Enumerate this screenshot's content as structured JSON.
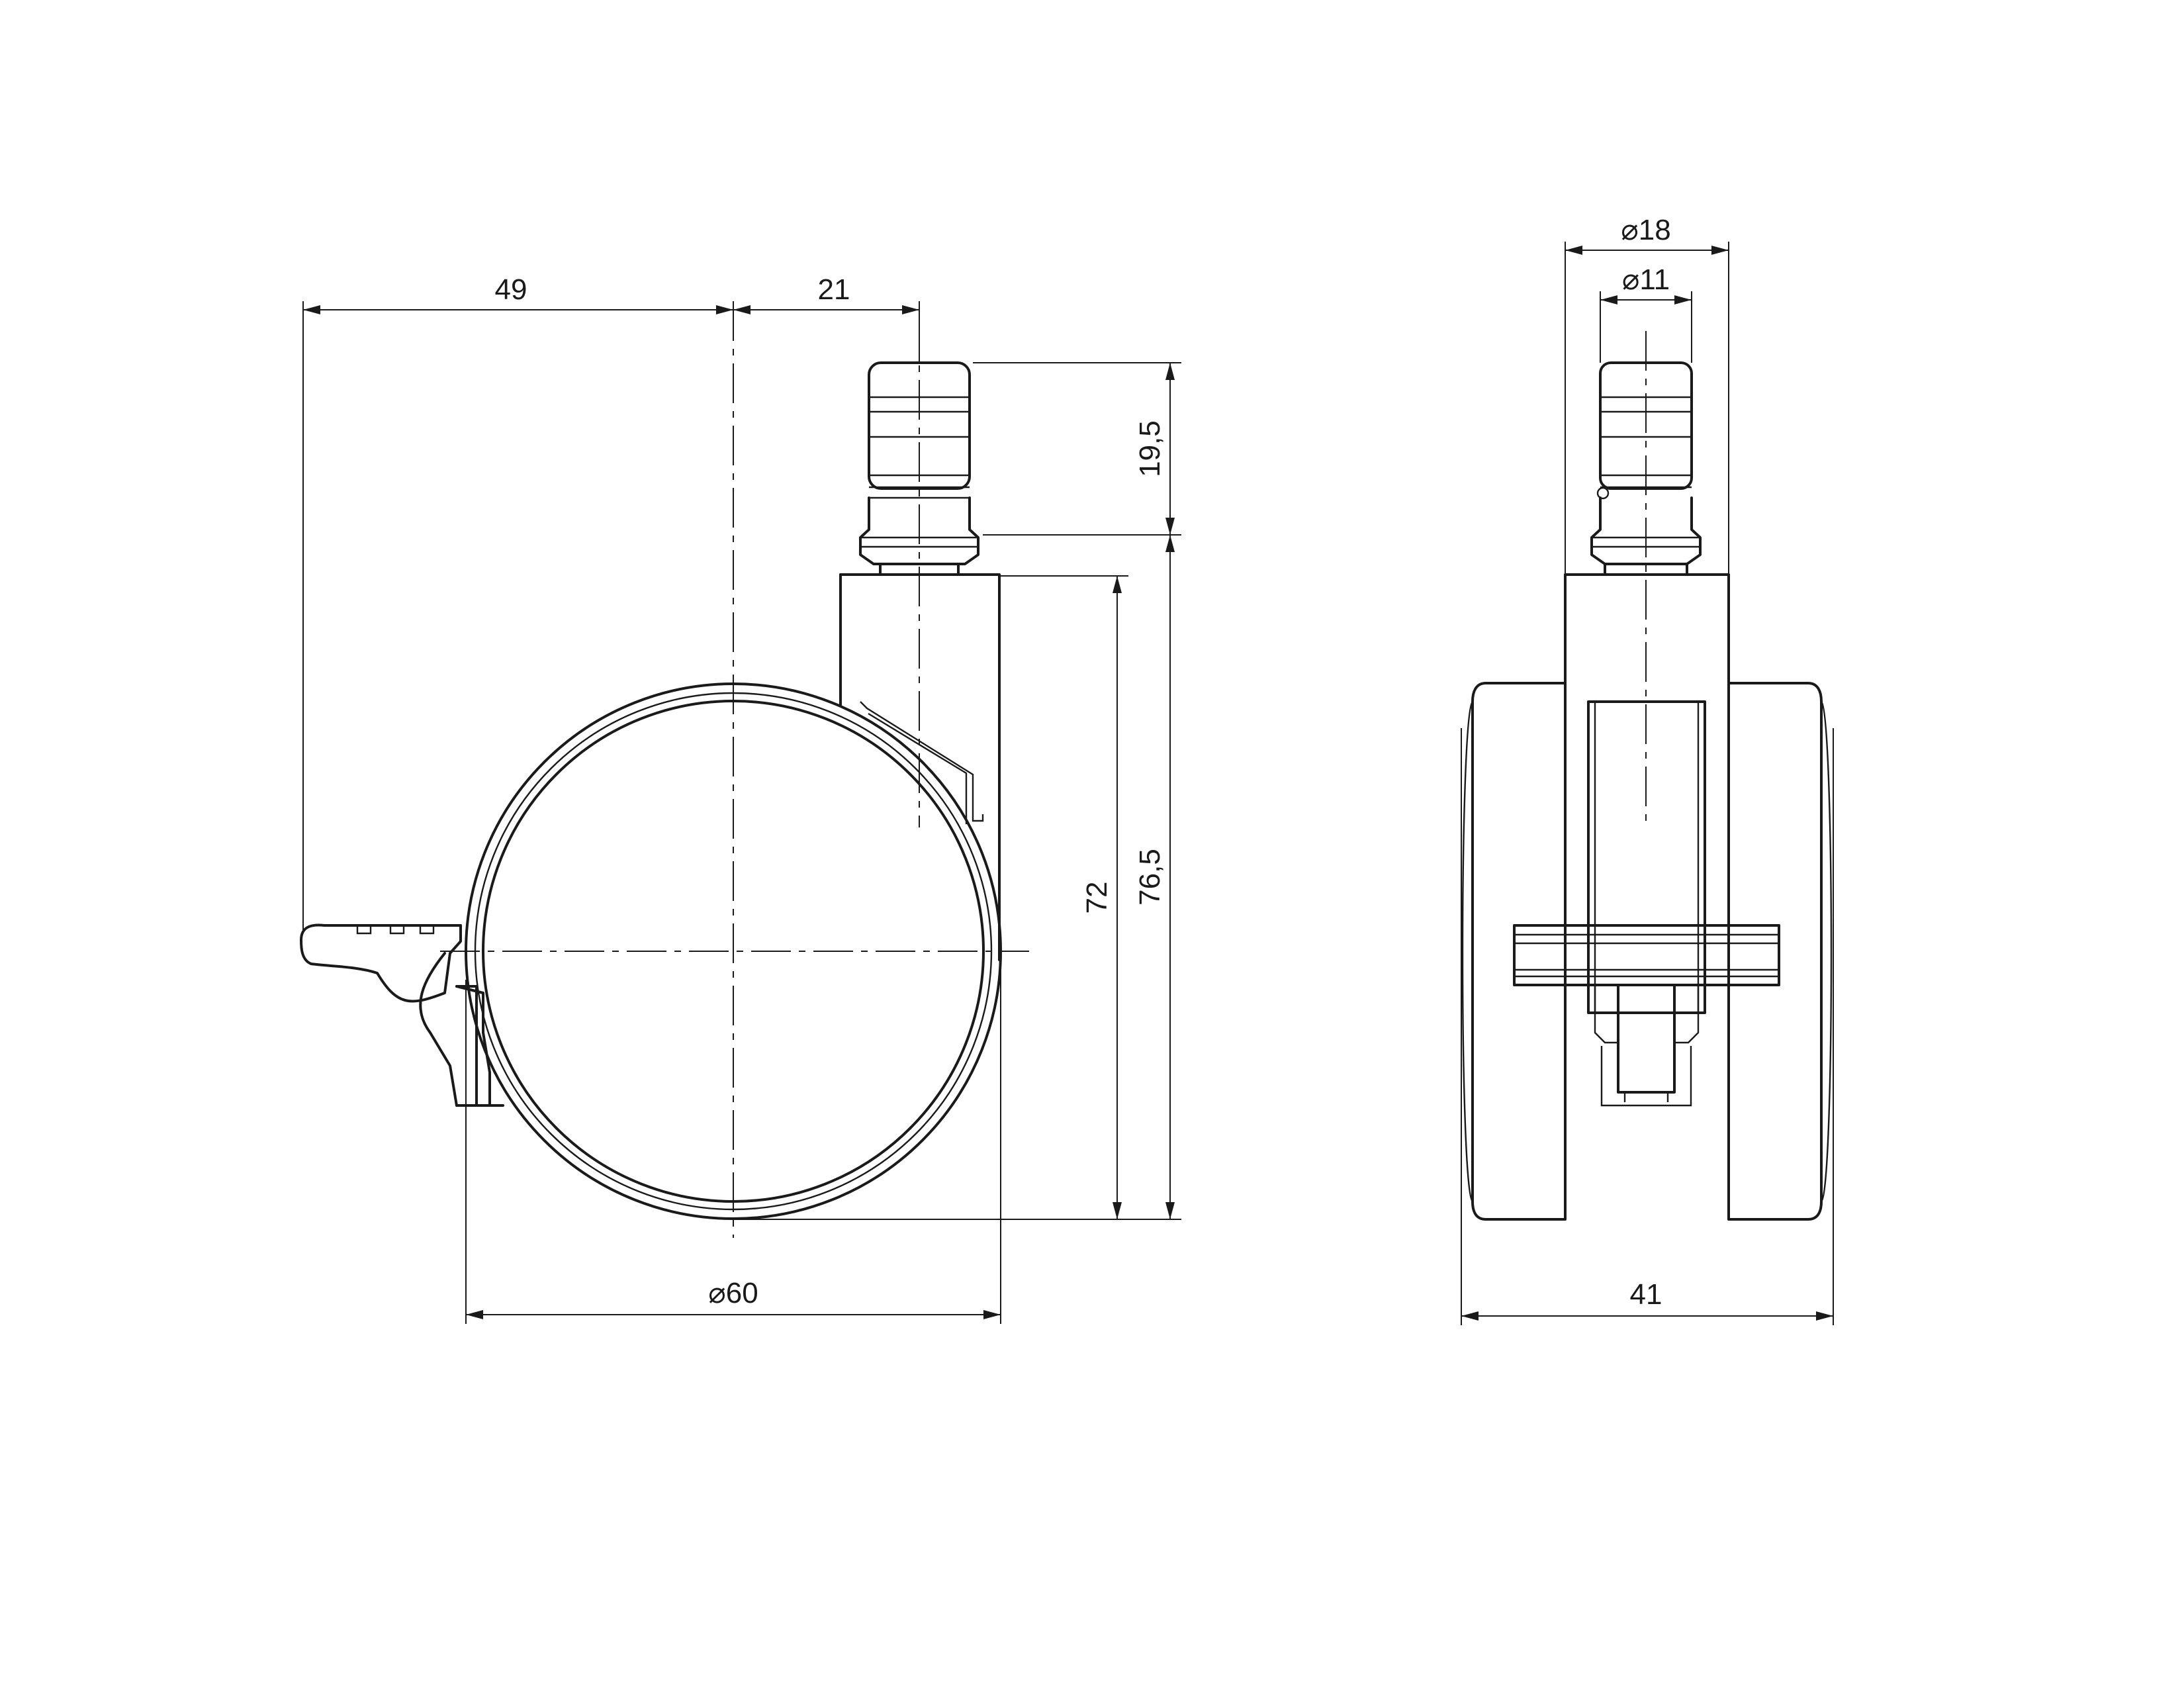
{
  "drawing": {
    "background": "#ffffff",
    "line_color": "#1a1a1a",
    "side_view": {
      "dim_brake_offset": "49",
      "dim_stem_offset": "21",
      "dim_stem_length": "19,5",
      "dim_wheel_diameter": "60",
      "dim_height_housing": "72",
      "dim_total_height": "76,5"
    },
    "front_view": {
      "dim_stem_diameter": "18",
      "dim_pin_diameter": "11",
      "dim_total_width": "41"
    },
    "diameter_symbol": "⌀"
  }
}
